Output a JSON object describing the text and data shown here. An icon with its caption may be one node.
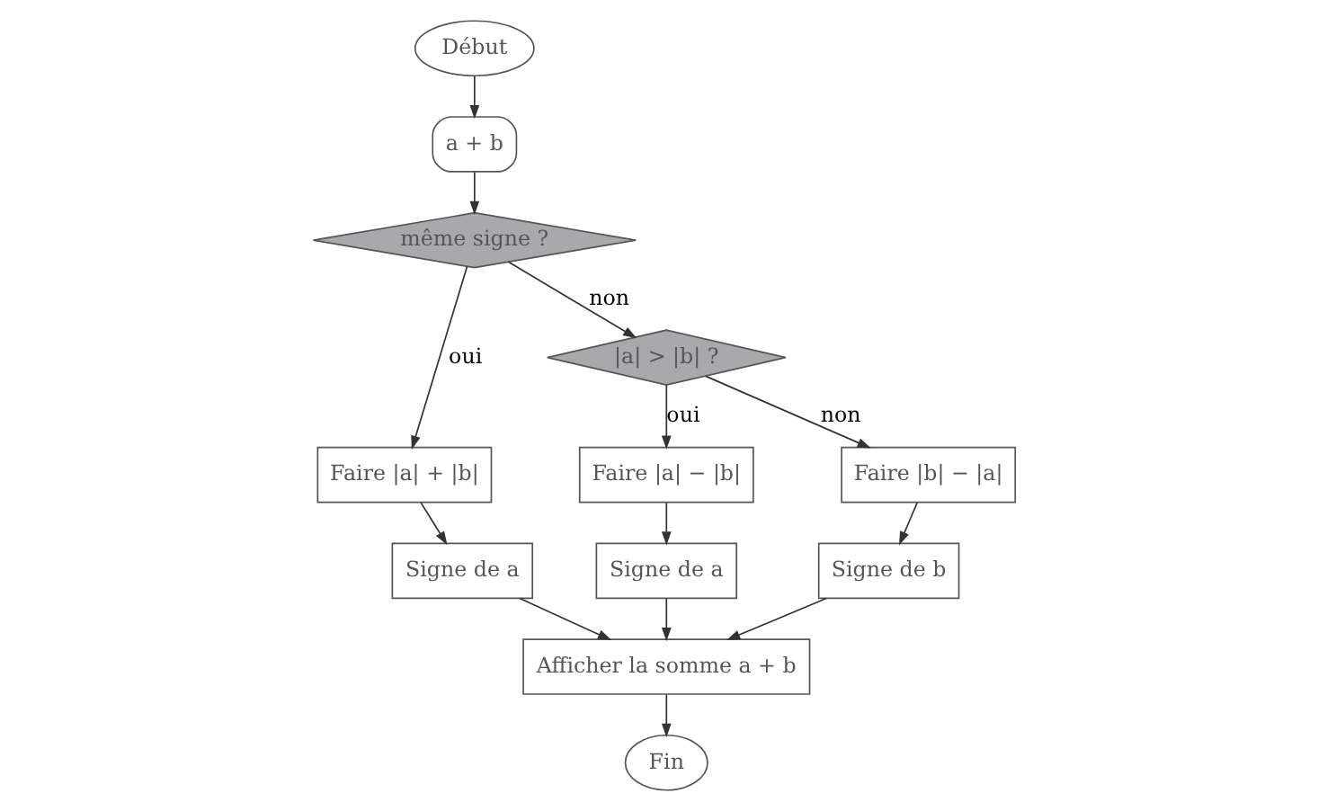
{
  "diagram": {
    "nodes": [
      {
        "text": [
          "Début"
        ]
      },
      {
        "text": [
          "a + b"
        ]
      },
      {
        "text": [
          "même signe ?"
        ]
      },
      {
        "text": [
          "|a| > |b| ?"
        ]
      },
      {
        "text": [
          "Faire |a| + |b|"
        ]
      },
      {
        "text": [
          "Signe de a"
        ]
      },
      {
        "text": [
          "Faire |a| − |b|"
        ]
      },
      {
        "text": [
          "Signe de a"
        ]
      },
      {
        "text": [
          "Faire |b| − |a|"
        ]
      },
      {
        "text": [
          "Signe de b"
        ]
      },
      {
        "text": [
          "Afficher la somme a + b"
        ]
      },
      {
        "text": [
          "Fin"
        ]
      }
    ],
    "edges": [
      {
        "from": 0,
        "to": 1,
        "arrow": "to"
      },
      {
        "from": 1,
        "to": 2,
        "arrow": "to"
      },
      {
        "from": 2,
        "to": 4,
        "label": "oui",
        "arrow": "to"
      },
      {
        "from": 2,
        "to": 3,
        "label": "non",
        "arrow": "to"
      },
      {
        "from": 3,
        "to": 6,
        "label": "oui",
        "arrow": "to"
      },
      {
        "from": 3,
        "to": 8,
        "label": "non",
        "arrow": "to"
      },
      {
        "from": 4,
        "to": 5,
        "arrow": "to"
      },
      {
        "from": 6,
        "to": 7,
        "arrow": "to"
      },
      {
        "from": 8,
        "to": 9,
        "arrow": "to"
      },
      {
        "from": 5,
        "to": 10,
        "arrow": "to"
      },
      {
        "from": 7,
        "to": 10,
        "arrow": "to"
      },
      {
        "from": 9,
        "to": 10,
        "arrow": "to"
      },
      {
        "from": 10,
        "to": 11,
        "arrow": "to"
      }
    ]
  }
}
